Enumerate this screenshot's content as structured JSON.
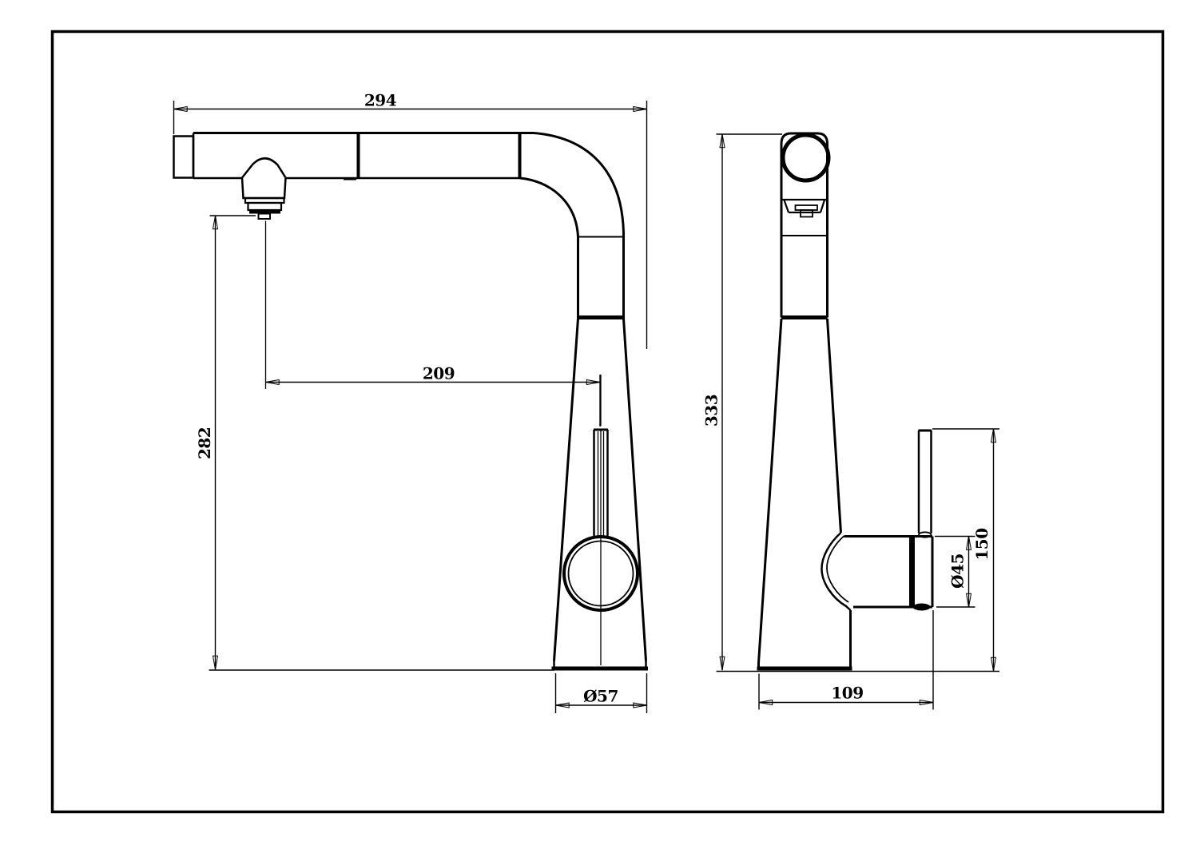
{
  "drawing": {
    "front_view": {
      "spout_length": "294",
      "spout_reach": "209",
      "spout_outlet_height": "282",
      "base_diameter": "Ø57"
    },
    "side_view": {
      "overall_height": "333",
      "base_depth": "109",
      "handle_hub_diameter": "Ø45",
      "handle_height": "150"
    }
  }
}
